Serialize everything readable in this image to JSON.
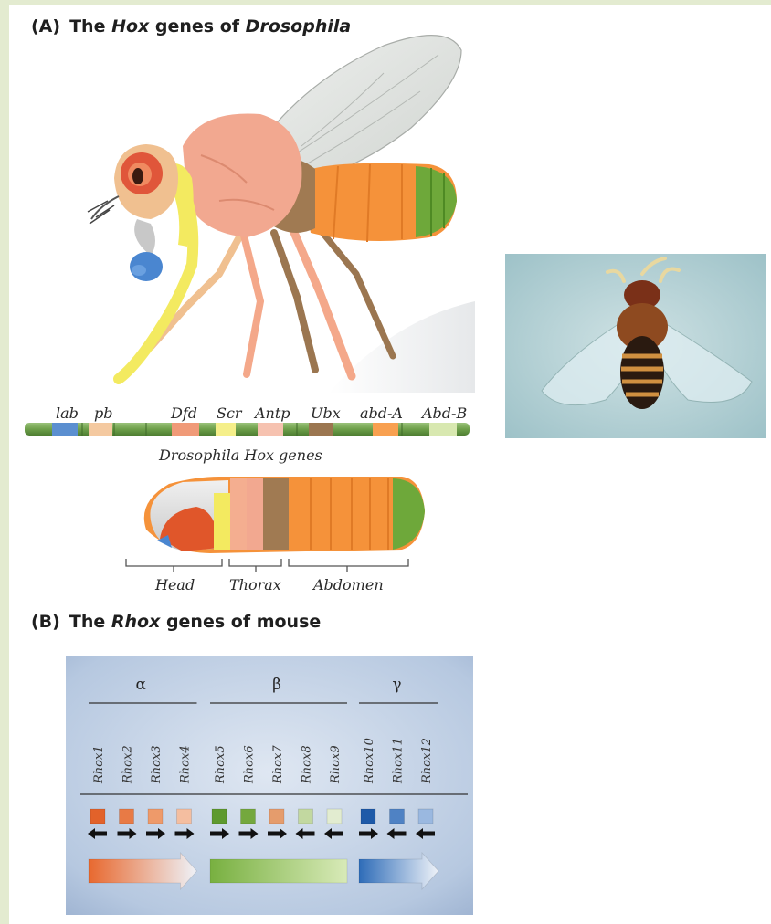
{
  "panel_a": {
    "label": "(A)",
    "title_parts": [
      "The ",
      "Hox",
      " genes of ",
      "Drosophila"
    ],
    "hox_genes": [
      "lab",
      "pb",
      "Dfd",
      "Scr",
      "Antp",
      "Ubx",
      "abd-A",
      "Abd-B"
    ],
    "chromosome_caption": "Drosophila Hox genes",
    "body_regions": [
      "Head",
      "Thorax",
      "Abdomen"
    ]
  },
  "panel_b": {
    "label": "(B)",
    "title_parts": [
      "The ",
      "Rhox",
      " genes of mouse"
    ],
    "clusters": [
      {
        "name": "α",
        "genes": [
          "Rhox1",
          "Rhox2",
          "Rhox3",
          "Rhox4"
        ],
        "directions": [
          "left",
          "right",
          "right",
          "right"
        ],
        "colors": [
          "#e2622a",
          "#e87a45",
          "#ee9a6a",
          "#f4bea0"
        ],
        "arrow_color": "#e8682e"
      },
      {
        "name": "β",
        "genes": [
          "Rhox5",
          "Rhox6",
          "Rhox7",
          "Rhox8",
          "Rhox9"
        ],
        "directions": [
          "right",
          "right",
          "right",
          "left",
          "left"
        ],
        "colors": [
          "#5e9a2e",
          "#74a83e",
          "#e59c6c",
          "#c2d8a0",
          "#e2ecd0"
        ],
        "arrow_color": "#78b040"
      },
      {
        "name": "γ",
        "genes": [
          "Rhox10",
          "Rhox11",
          "Rhox12"
        ],
        "directions": [
          "right",
          "left",
          "left"
        ],
        "colors": [
          "#1e5aa8",
          "#4f82c4",
          "#9ab8e0"
        ],
        "arrow_color": "#2e6cb8"
      }
    ]
  },
  "colors": {
    "background_band": "#e3ebd0",
    "panel_b_bg": "#a9bedb",
    "lab": "#5b8fd0",
    "pb": "#f4c9a0",
    "dfd": "#f09a78",
    "scr": "#f5ef8a",
    "antp": "#f6c2b0",
    "ubx": "#9b7650",
    "abdA": "#f8a050",
    "abdB": "#d8e8b0"
  }
}
